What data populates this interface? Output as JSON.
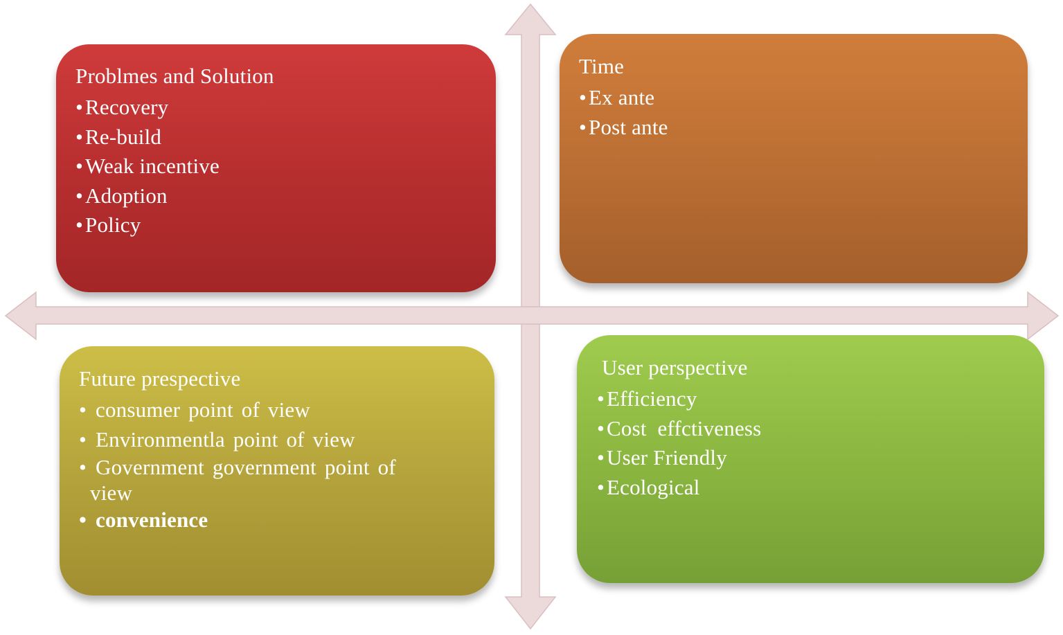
{
  "colors": {
    "axis": "#ecd9da",
    "axis_stroke": "#d9bfc1",
    "problems": "#c0312f",
    "time": "#c47237",
    "future": "#bfae41",
    "user": "#8fbf45"
  },
  "quadrants": {
    "problems": {
      "title": "Problmes and Solution",
      "items": [
        "Recovery",
        "Re-build",
        "Weak incentive",
        "Adoption",
        "Policy"
      ]
    },
    "time": {
      "title": "Time",
      "items": [
        "Ex ante",
        "Post ante"
      ]
    },
    "future": {
      "title": "Future prespective",
      "items": [
        "consumer point of view",
        "Environmentla point of view",
        "Government government point of",
        "view",
        "convenience"
      ]
    },
    "user": {
      "title": "User perspective",
      "items": [
        "Efficiency",
        "Cost  effctiveness",
        "User Friendly",
        "Ecological"
      ]
    }
  }
}
